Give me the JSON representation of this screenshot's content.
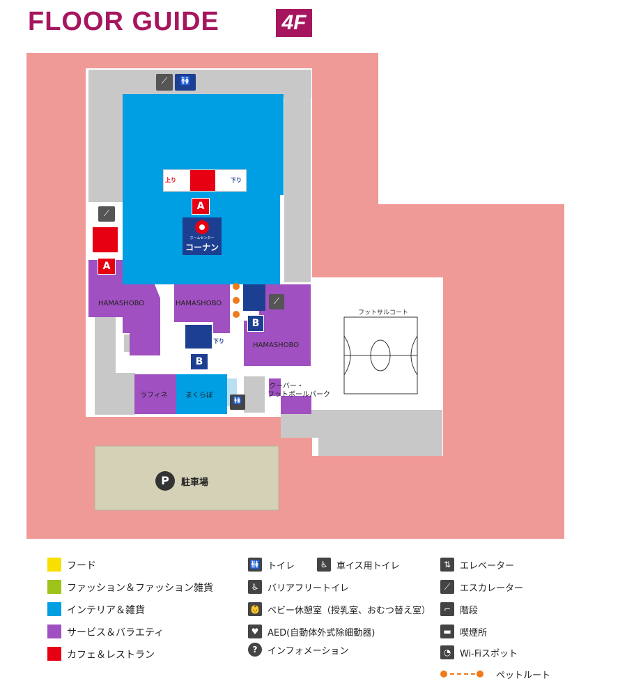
{
  "title": "FLOOR GUIDE",
  "floor": "4F",
  "colors": {
    "brand": "#a6165f",
    "outer": "#f09a97",
    "interior": "#ff ffff",
    "walkway": "#c8c8c8",
    "interior_goods": "#009ee3",
    "service": "#a050c0",
    "parking": "#d4d1b6"
  },
  "map": {
    "zones": {
      "hamashobo_1": "HAMASHOBO",
      "hamashobo_2": "HAMASHOBO",
      "hamashobo_3": "HAMASHOBO",
      "rafine": "ラフィネ",
      "makurabo": "まくらぼ",
      "coever_line1": "クーバー・",
      "coever_line2": "フットボールパーク",
      "futsal": "フットサルコート",
      "parking": "駐車場",
      "parking_icon": "P"
    },
    "konan": {
      "small": "ホームセンター",
      "big": "コーナン"
    },
    "escalator_main": {
      "up": "上り",
      "down": "下り",
      "code": "A"
    },
    "escalator_b": {
      "down": "下り",
      "code": "B"
    },
    "elevator_a": "A",
    "elevator_b": "B"
  },
  "legend": {
    "categories": [
      {
        "label": "フード",
        "color": "#f7e000"
      },
      {
        "label": "ファッション＆ファッション雑貨",
        "color": "#9ec31a"
      },
      {
        "label": "インテリア＆雑貨",
        "color": "#009ee3"
      },
      {
        "label": "サービス＆バラエティ",
        "color": "#a050c0"
      },
      {
        "label": "カフェ＆レストラン",
        "color": "#e60012"
      }
    ],
    "facilities_col1": [
      {
        "label": "トイレ",
        "icon": "restroom-icon"
      },
      {
        "label": "バリアフリートイレ",
        "icon": "barrier-free-toilet-icon"
      },
      {
        "label": "ベビー休憩室（授乳室、おむつ替え室）",
        "icon": "baby-room-icon"
      },
      {
        "label": "AED(自動体外式除細動器)",
        "icon": "aed-icon"
      },
      {
        "label": "インフォメーション",
        "icon": "information-icon"
      }
    ],
    "wheelchair": {
      "label": "車イス用トイレ",
      "icon": "wheelchair-icon"
    },
    "facilities_col3": [
      {
        "label": "エレベーター",
        "icon": "elevator-icon"
      },
      {
        "label": "エスカレーター",
        "icon": "escalator-icon"
      },
      {
        "label": "階段",
        "icon": "stairs-icon"
      },
      {
        "label": "喫煙所",
        "icon": "smoking-icon"
      },
      {
        "label": "Wi-Fiスポット",
        "icon": "wifi-icon"
      }
    ],
    "pet_route": "ペットルート"
  }
}
